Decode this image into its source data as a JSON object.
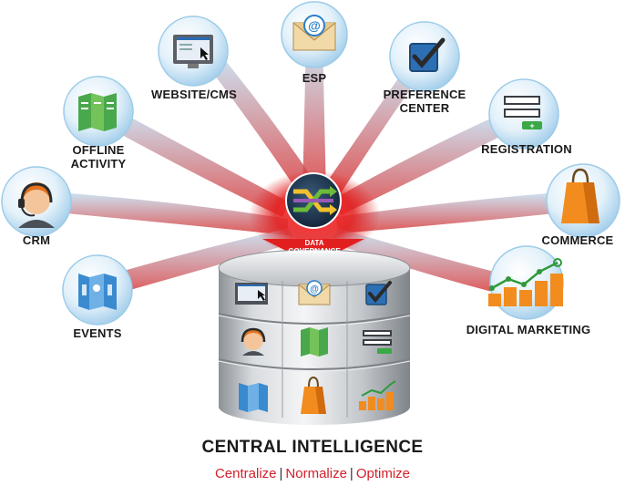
{
  "nodes": {
    "website_cms": "WEBSITE/CMS",
    "esp": "ESP",
    "preference_center": [
      "PREFERENCE",
      "CENTER"
    ],
    "registration": "REGISTRATION",
    "commerce": "COMMERCE",
    "digital_marketing": "DIGITAL MARKETING",
    "offline_activity": [
      "OFFLINE",
      "ACTIVITY"
    ],
    "crm": "CRM",
    "events": "EVENTS"
  },
  "hub": {
    "label": [
      "DATA",
      "GOVERNANCE"
    ]
  },
  "title": "CENTRAL INTELLIGENCE",
  "subtitle": {
    "w1": "Centralize",
    "sep": "|",
    "w2": "Normalize",
    "w3": "Optimize"
  },
  "colors": {
    "accent_red": "#d3202a",
    "bubble": "#cfe6f6",
    "text": "#1a1a1a"
  },
  "icons": [
    "website-icon",
    "email-icon",
    "checkbox-icon",
    "form-icon",
    "shopping-bag-icon",
    "growth-chart-icon",
    "brochure-icon",
    "headset-agent-icon",
    "event-map-icon",
    "shuffle-icon"
  ]
}
